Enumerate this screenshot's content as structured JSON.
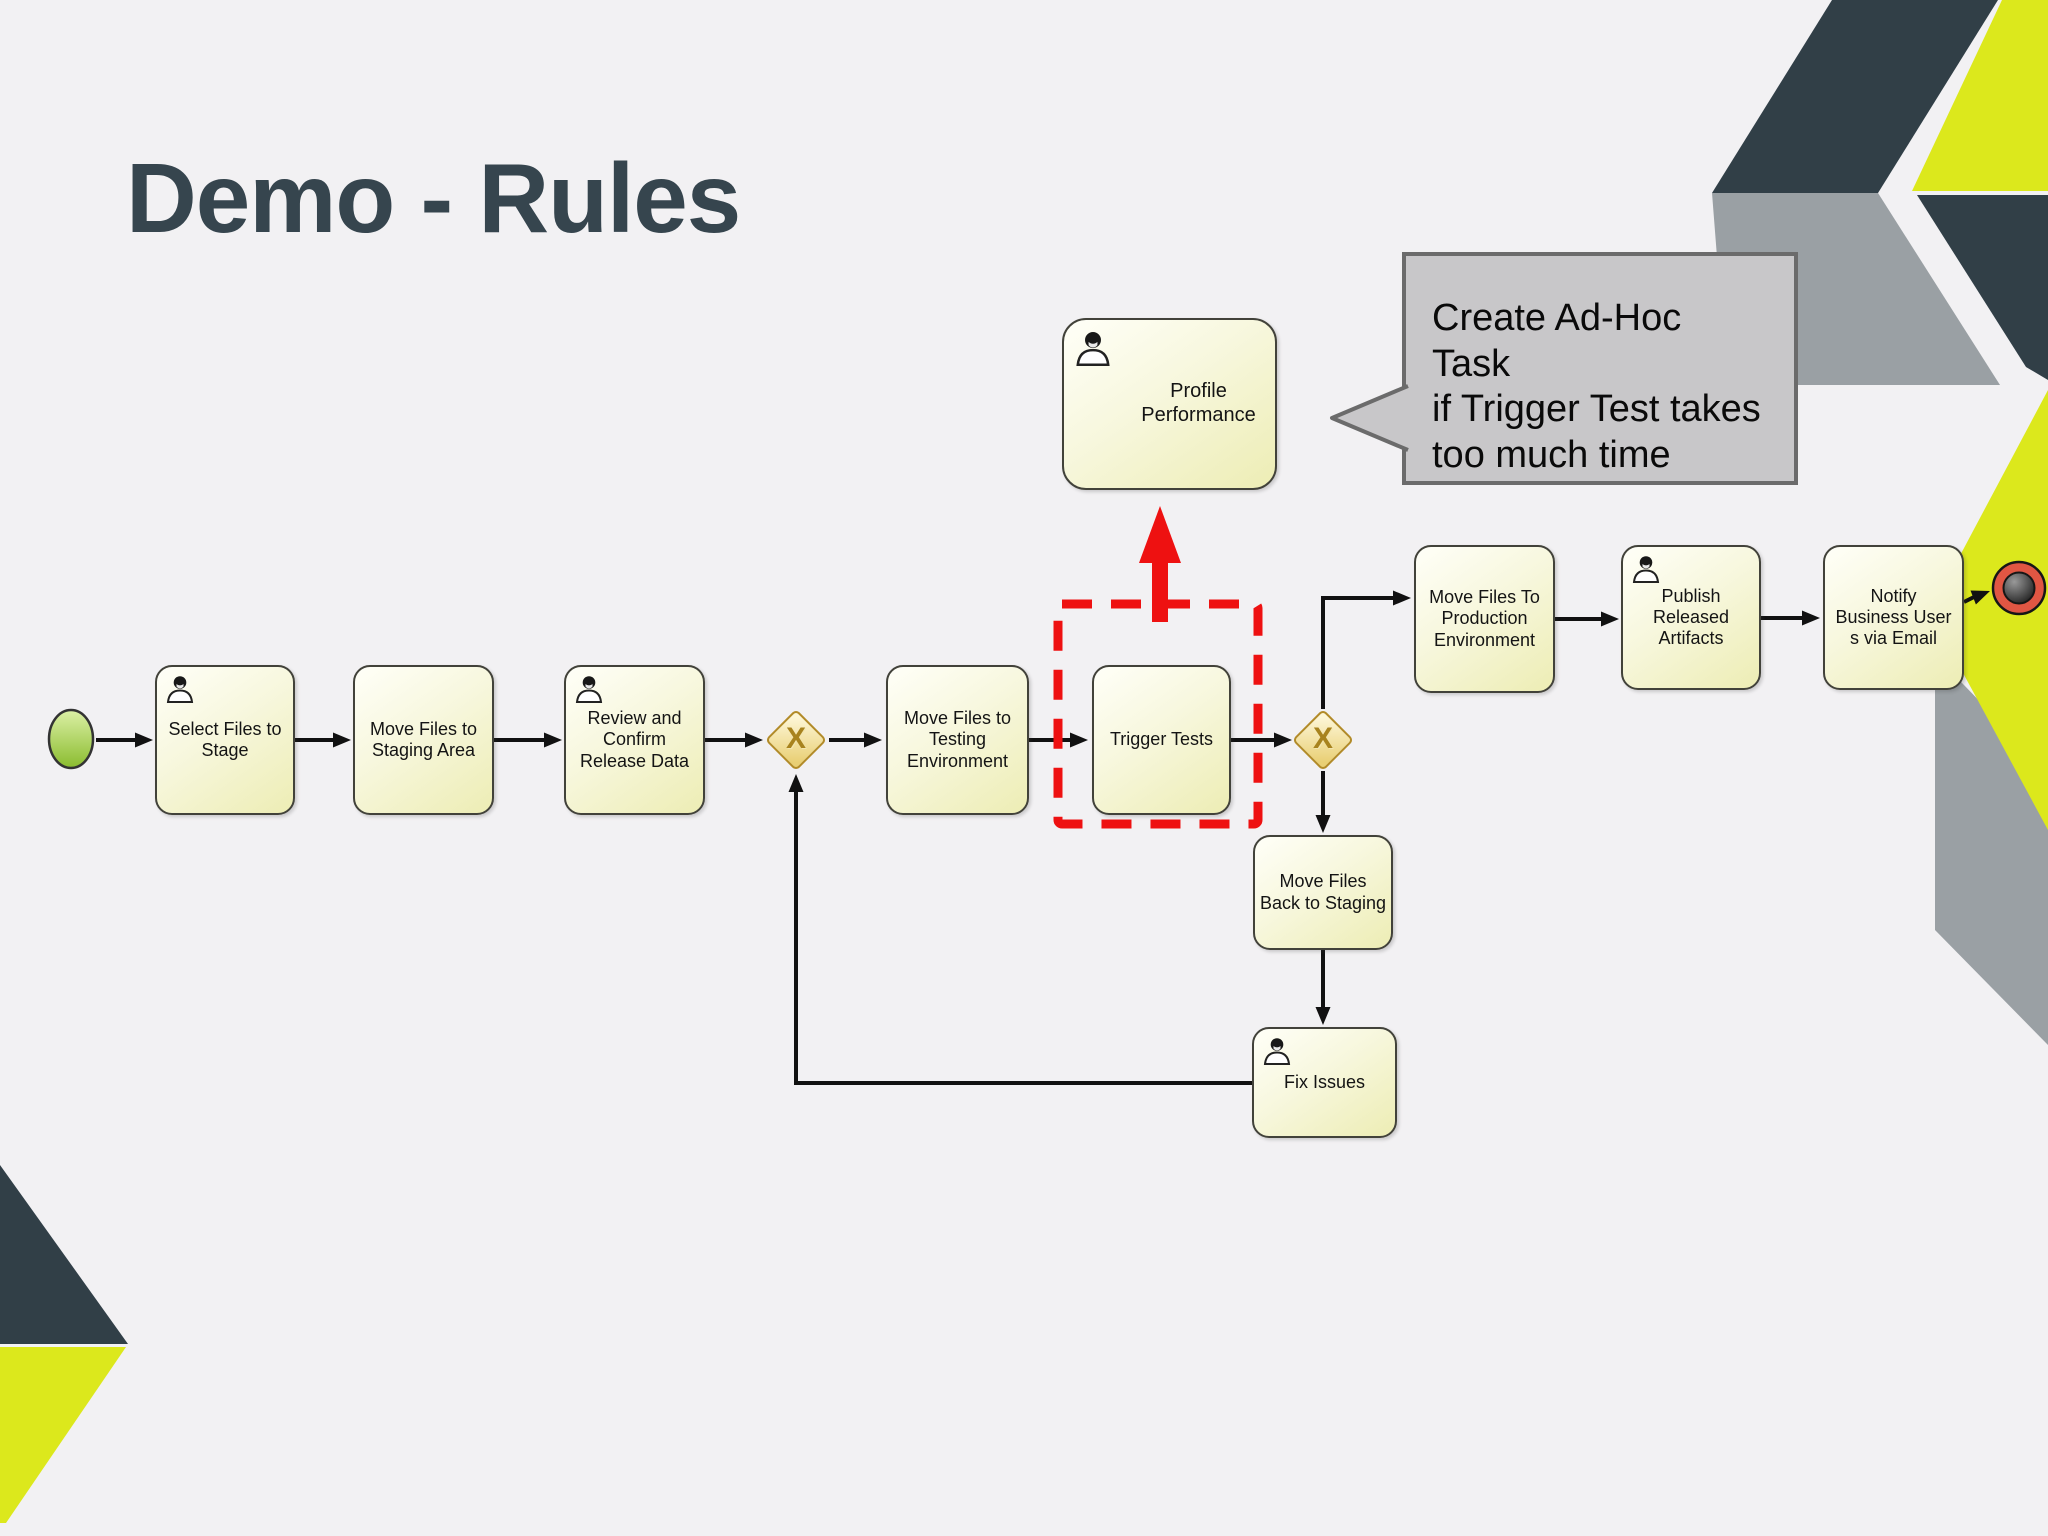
{
  "slide": {
    "title": "Demo - Rules"
  },
  "callout": {
    "text": "Create Ad-Hoc Task\nif Trigger Test takes\ntoo much time"
  },
  "diagram": {
    "gateway_label": "X",
    "events": {
      "start": "start-event",
      "end": "end-event"
    },
    "tasks": {
      "select_files": {
        "label": "Select Files to\nStage",
        "user_task": true
      },
      "move_staging": {
        "label": "Move Files to\nStaging Area",
        "user_task": false
      },
      "review_confirm": {
        "label": "Review and\nConfirm\nRelease Data",
        "user_task": true
      },
      "move_testing": {
        "label": "Move Files to\nTesting\nEnvironment",
        "user_task": false
      },
      "trigger_tests": {
        "label": "Trigger Tests",
        "user_task": false
      },
      "move_production": {
        "label": "Move Files To\nProduction\nEnvironment",
        "user_task": false
      },
      "publish": {
        "label": "Publish\nReleased\nArtifacts",
        "user_task": true
      },
      "notify": {
        "label": "Notify\nBusiness User\ns via Email",
        "user_task": false
      },
      "profile": {
        "label": "Profile\nPerformance",
        "user_task": true
      },
      "move_back": {
        "label": "Move Files\nBack to Staging",
        "user_task": false
      },
      "fix_issues": {
        "label": "Fix Issues",
        "user_task": true
      }
    }
  },
  "colors": {
    "background": "#f2f1f3",
    "title_text": "#36454e",
    "slate_shape": "#313f47",
    "gray_shape": "#9aa0a4",
    "chartreuse_shape": "#dce81c",
    "task_fill_light": "#fffff8",
    "task_fill_dark": "#ededb4",
    "task_border": "#42423a",
    "gateway_border": "#b28b28",
    "gateway_x": "#a8831e",
    "annotation_red": "#ee1111",
    "callout_fill": "#c8c7c9",
    "callout_border": "#6b6b6b",
    "start_event_green": "#8abc2e",
    "end_event_ring": "#e05643",
    "connector": "#111111"
  }
}
